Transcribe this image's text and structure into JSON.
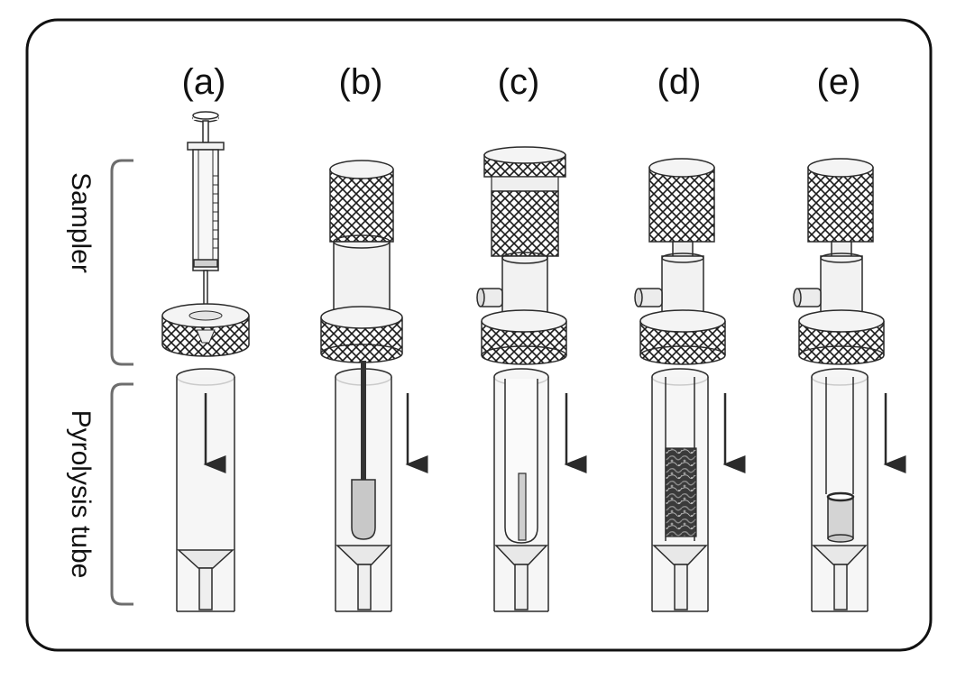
{
  "panels": [
    {
      "label": "(a)",
      "component": "syringe"
    },
    {
      "label": "(b)",
      "component": "probe"
    },
    {
      "label": "(c)",
      "component": "rod"
    },
    {
      "label": "(d)",
      "component": "fibrous-sample"
    },
    {
      "label": "(e)",
      "component": "cup"
    }
  ],
  "groups": {
    "sampler": "Sampler",
    "tube": "Pyrolysis tube"
  },
  "colors": {
    "stroke": "#2b2b2b",
    "glass": "#f2f2f2",
    "knurl": "#ffffff",
    "bracket": "#6d6d6d",
    "probe_tip": "#c8c8c8"
  }
}
